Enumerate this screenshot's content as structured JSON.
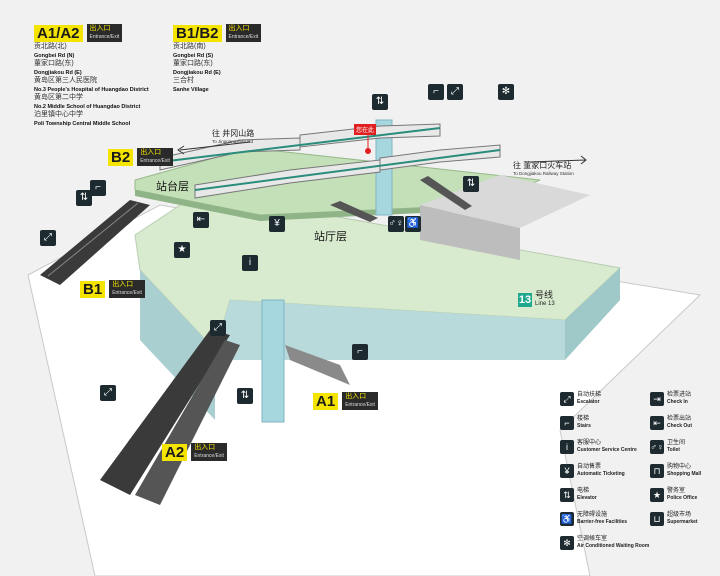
{
  "exits": {
    "a1a2": {
      "code": "A1/A2",
      "tag_cn": "出入口",
      "tag_en": "Entrance/Exit",
      "places": [
        {
          "cn": "贡北路(北)",
          "en": "Gongbei Rd (N)"
        },
        {
          "cn": "董家口路(东)",
          "en": "Dongjiakou Rd (E)"
        },
        {
          "cn": "黄岛区第三人民医院",
          "en": "No.3 People's Hospital of Huangdao District"
        },
        {
          "cn": "黄岛区第二中学",
          "en": "No.2 Middle School of Huangdao District"
        },
        {
          "cn": "泊里镇中心中学",
          "en": "Poli Township Central  Middle School"
        }
      ]
    },
    "b1b2": {
      "code": "B1/B2",
      "tag_cn": "出入口",
      "tag_en": "Entrance/Exit",
      "places": [
        {
          "cn": "贡北路(南)",
          "en": "Gongbei Rd (S)"
        },
        {
          "cn": "董家口路(东)",
          "en": "Dongjiakou Rd (E)"
        },
        {
          "cn": "三合村",
          "en": "Sanhe Village"
        }
      ]
    }
  },
  "map_labels": {
    "b2": {
      "code": "B2",
      "cn": "出入口",
      "en": "Entrance/Exit"
    },
    "b1": {
      "code": "B1",
      "cn": "出入口",
      "en": "Entrance/Exit"
    },
    "a1": {
      "code": "A1",
      "cn": "出入口",
      "en": "Entrance/Exit"
    },
    "a2": {
      "code": "A2",
      "cn": "出入口",
      "en": "Entrance/Exit"
    },
    "platform": "站台层",
    "concourse": "站厅层",
    "you_are_here": "您在此",
    "dir_west_cn": "往 井冈山路",
    "dir_west_en": "To Jinggangshan Rd",
    "dir_east_cn": "往 董家口火车站",
    "dir_east_en": "To Dongjiakou Railway Station",
    "line_num": "13",
    "line_cn": "号线",
    "line_en": "Line 13"
  },
  "legend": [
    {
      "icon": "escalator-icon",
      "glyph": "⤢",
      "cn": "自动扶梯",
      "en": "Escalator"
    },
    {
      "icon": "check-in-icon",
      "glyph": "⇥",
      "cn": "检票进站",
      "en": "Check In"
    },
    {
      "icon": "stairs-icon",
      "glyph": "⌐",
      "cn": "楼梯",
      "en": "Stairs"
    },
    {
      "icon": "check-out-icon",
      "glyph": "⇤",
      "cn": "检票出站",
      "en": "Check Out"
    },
    {
      "icon": "service-centre-icon",
      "glyph": "i",
      "cn": "客服中心",
      "en": "Customer Service Centre"
    },
    {
      "icon": "toilet-icon",
      "glyph": "♂♀",
      "cn": "卫生间",
      "en": "Toilet"
    },
    {
      "icon": "ticketing-icon",
      "glyph": "¥",
      "cn": "自动售票",
      "en": "Automatic Ticketing"
    },
    {
      "icon": "shopping-mall-icon",
      "glyph": "⊓",
      "cn": "购物中心",
      "en": "Shopping Mall"
    },
    {
      "icon": "elevator-icon",
      "glyph": "⇅",
      "cn": "电梯",
      "en": "Elevator"
    },
    {
      "icon": "police-office-icon",
      "glyph": "★",
      "cn": "警务室",
      "en": "Police Office"
    },
    {
      "icon": "barrier-free-icon",
      "glyph": "♿",
      "cn": "无障碍设施",
      "en": "Barrier-free Facilities"
    },
    {
      "icon": "supermarket-icon",
      "glyph": "⊔",
      "cn": "超级市场",
      "en": "Supermarket"
    },
    {
      "icon": "air-conditioned-icon",
      "glyph": "✻",
      "cn": "空调候车室",
      "en": "Air Conditioned Waiting Room"
    }
  ],
  "colors": {
    "exit_yellow": "#f5e400",
    "line13": "#1fa88e",
    "platform": "#cfe3c4",
    "wall": "#b9d9d9",
    "here": "#e02020"
  }
}
